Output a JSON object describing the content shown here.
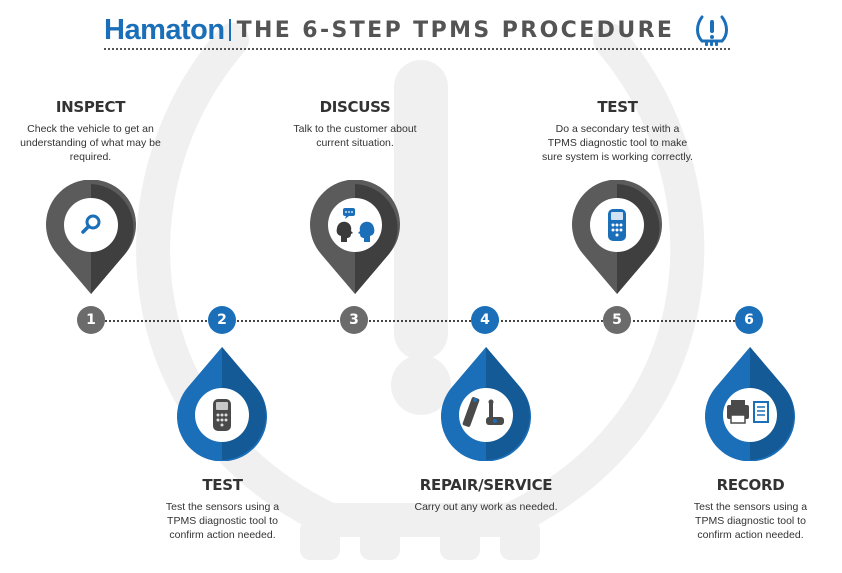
{
  "header": {
    "brand": "Hamaton",
    "title": "THE 6-STEP TPMS PROCEDURE"
  },
  "steps": [
    {
      "number": "1",
      "title": "INSPECT",
      "description": "Check the vehicle to get an understanding of what may be required.",
      "icon": "magnifier-icon",
      "color": "#5b5b5b"
    },
    {
      "number": "2",
      "title": "TEST",
      "description": "Test the sensors using a TPMS diagnostic tool to confirm action needed.",
      "icon": "diagnostic-tool-icon",
      "color": "#1b6fb8"
    },
    {
      "number": "3",
      "title": "DISCUSS",
      "description": "Talk to the customer about current situation.",
      "icon": "conversation-icon",
      "color": "#5b5b5b"
    },
    {
      "number": "4",
      "title": "REPAIR/SERVICE",
      "description": "Carry out any work as needed.",
      "icon": "sensor-repair-icon",
      "color": "#1b6fb8"
    },
    {
      "number": "5",
      "title": "TEST",
      "description": "Do a secondary test with a TPMS diagnostic tool to make sure system is working correctly.",
      "icon": "diagnostic-tool-icon",
      "color": "#5b5b5b"
    },
    {
      "number": "6",
      "title": "RECORD",
      "description": "Test the sensors using a TPMS diagnostic tool to confirm action needed.",
      "icon": "printer-document-icon",
      "color": "#1b6fb8"
    }
  ],
  "colors": {
    "brand_blue": "#1b6fb8",
    "dark_grey": "#5b5b5b",
    "watermark": "#efefef"
  }
}
